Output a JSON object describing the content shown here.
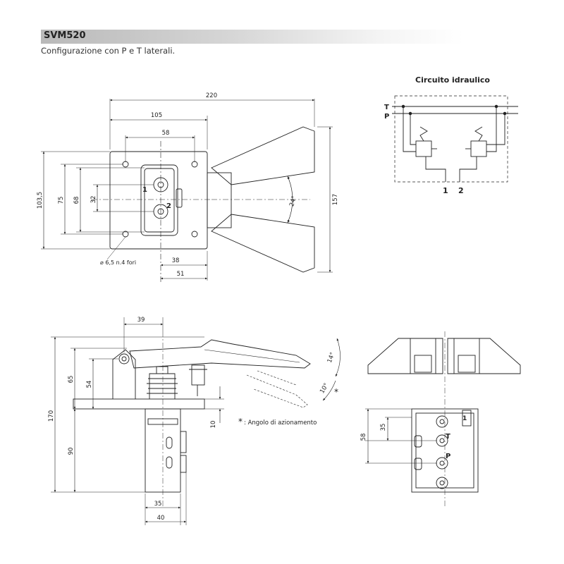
{
  "header": {
    "model": "SVM520",
    "subtitle": "Configurazione con P e T laterali."
  },
  "circuit": {
    "title": "Circuito idraulico",
    "label_t": "T",
    "label_p": "P",
    "port_1": "1",
    "port_2": "2"
  },
  "top_view": {
    "dim_220": "220",
    "dim_105": "105",
    "dim_58": "58",
    "dim_103_5": "103,5",
    "dim_75": "75",
    "dim_68": "68",
    "dim_32": "32",
    "dim_157": "157",
    "dim_38": "38",
    "dim_51": "51",
    "angle_24": "24°",
    "holes_note": "⌀ 6,5 n.4 fori",
    "port_1": "1",
    "port_2": "2"
  },
  "side_view": {
    "dim_39": "39",
    "dim_65": "65",
    "dim_54": "54",
    "dim_170": "170",
    "dim_90": "90",
    "dim_10": "10",
    "dim_35": "35",
    "dim_40": "40",
    "angle_14": "14°",
    "angle_10": "10°",
    "asterisk": "*",
    "legend_asterisk": "*",
    "legend_text": ": Angolo di azionamento"
  },
  "front_view": {
    "dim_35": "35",
    "dim_58": "58",
    "label_t": "T",
    "label_p": "P",
    "label_1": "1"
  },
  "colors": {
    "line": "#222222",
    "port_label": "#b01e1e",
    "title_bar": "#c8c8c8"
  }
}
